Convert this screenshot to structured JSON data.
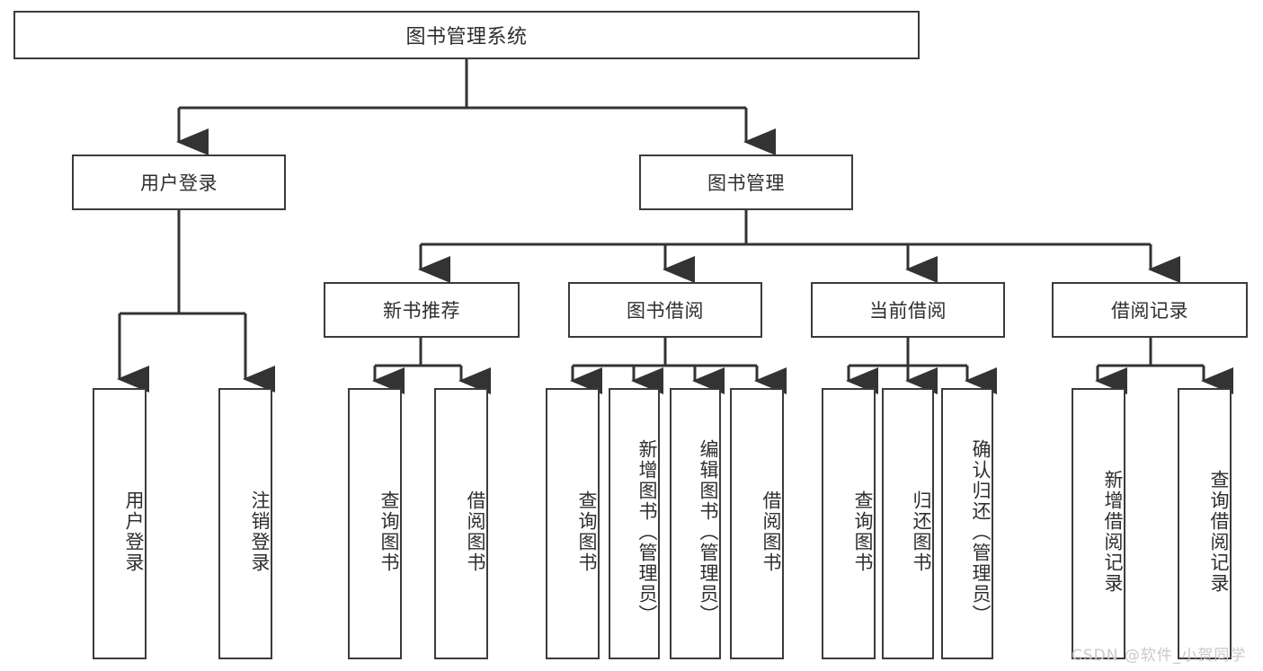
{
  "diagram": {
    "type": "tree-hierarchy",
    "title": "图书管理系统",
    "watermark": "CSDN @软件_小贺同学",
    "colors": {
      "box_border": "#3b3b3b",
      "box_fill": "#ffffff",
      "text": "#2e2e2e",
      "connector": "#333333",
      "watermark": "#c9c9c9",
      "background": "#ffffff"
    },
    "nodes": {
      "root": {
        "label": "图书管理系统",
        "orientation": "horizontal"
      },
      "level2": [
        {
          "id": "user-login",
          "label": "用户登录",
          "orientation": "horizontal"
        },
        {
          "id": "book-management",
          "label": "图书管理",
          "orientation": "horizontal"
        }
      ],
      "level3": [
        {
          "id": "new-book-recommend",
          "label": "新书推荐",
          "orientation": "horizontal"
        },
        {
          "id": "book-borrow",
          "label": "图书借阅",
          "orientation": "horizontal"
        },
        {
          "id": "current-borrow",
          "label": "当前借阅",
          "orientation": "horizontal"
        },
        {
          "id": "borrow-record",
          "label": "借阅记录",
          "orientation": "horizontal"
        }
      ],
      "leaves": [
        {
          "id": "leaf-user-login",
          "label": "用户登录",
          "parent": "user-login",
          "orientation": "vertical"
        },
        {
          "id": "leaf-user-logout",
          "label": "注销登录",
          "parent": "user-login",
          "orientation": "vertical"
        },
        {
          "id": "leaf-query-book-1",
          "label": "查询图书",
          "parent": "new-book-recommend",
          "orientation": "vertical"
        },
        {
          "id": "leaf-borrow-book-1",
          "label": "借阅图书",
          "parent": "new-book-recommend",
          "orientation": "vertical"
        },
        {
          "id": "leaf-query-book-2",
          "label": "查询图书",
          "parent": "book-borrow",
          "orientation": "vertical"
        },
        {
          "id": "leaf-add-book",
          "label": "新增图书（管理员）",
          "parent": "book-borrow",
          "orientation": "vertical"
        },
        {
          "id": "leaf-edit-book",
          "label": "编辑图书（管理员）",
          "parent": "book-borrow",
          "orientation": "vertical"
        },
        {
          "id": "leaf-borrow-book-2",
          "label": "借阅图书",
          "parent": "book-borrow",
          "orientation": "vertical"
        },
        {
          "id": "leaf-query-book-3",
          "label": "查询图书",
          "parent": "current-borrow",
          "orientation": "vertical"
        },
        {
          "id": "leaf-return-book",
          "label": "归还图书",
          "parent": "current-borrow",
          "orientation": "vertical"
        },
        {
          "id": "leaf-confirm-return",
          "label": "确认归还（管理员）",
          "parent": "current-borrow",
          "orientation": "vertical"
        },
        {
          "id": "leaf-add-record",
          "label": "新增借阅记录",
          "parent": "borrow-record",
          "orientation": "vertical"
        },
        {
          "id": "leaf-query-record",
          "label": "查询借阅记录",
          "parent": "borrow-record",
          "orientation": "vertical"
        }
      ]
    }
  }
}
